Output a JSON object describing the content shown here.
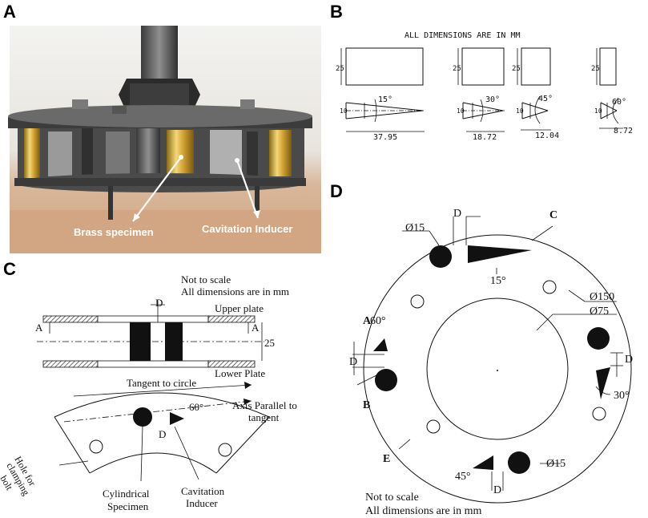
{
  "panels": {
    "a": "A",
    "b": "B",
    "c": "C",
    "d": "D"
  },
  "photo": {
    "label_specimen": "Brass specimen",
    "label_inducer": "Cavitation Inducer"
  },
  "panel_b": {
    "note": "ALL DIMENSIONS ARE IN MM",
    "height": "25",
    "tip_width": "10",
    "inducers": [
      {
        "angle": "15°",
        "length": "37.95"
      },
      {
        "angle": "30°",
        "length": "18.72"
      },
      {
        "angle": "45°",
        "length": "12.04"
      },
      {
        "angle": "60°",
        "length": "8.72"
      }
    ]
  },
  "panel_c": {
    "note_line1": "Not to scale",
    "note_line2": "All dimensions  are in mm",
    "gap": "D",
    "upper_plate": "Upper plate",
    "lower_plate": "Lower Plate",
    "section_left": "A",
    "section_right": "A",
    "height": "25",
    "tangent": "Tangent to circle",
    "axis_line1": "Axis Parallel to",
    "axis_line2": "tangent",
    "angle": "60°",
    "gap2": "D",
    "hole_line1": "Hole for",
    "hole_line2": "clamping",
    "hole_line3": "bolt",
    "specimen_line1": "Cylindrical",
    "specimen_line2": "Specimen",
    "inducer_line1": "Cavitation",
    "inducer_line2": "Inducer"
  },
  "panel_d": {
    "dia_specimen": "Ø15",
    "gap_top": "D",
    "label_c": "C",
    "angle_15": "15°",
    "dia_outer": "Ø150",
    "dia_inner": "Ø75",
    "label_a": "A",
    "angle_60": "60°",
    "gap_left": "D",
    "label_b": "B",
    "gap_right": "D",
    "angle_30": "30°",
    "label_e": "E",
    "angle_45": "45°",
    "dia_specimen2": "Ø15",
    "gap_bottom": "D",
    "note_line1": "Not to scale",
    "note_line2": "All dimensions  are in mm"
  }
}
